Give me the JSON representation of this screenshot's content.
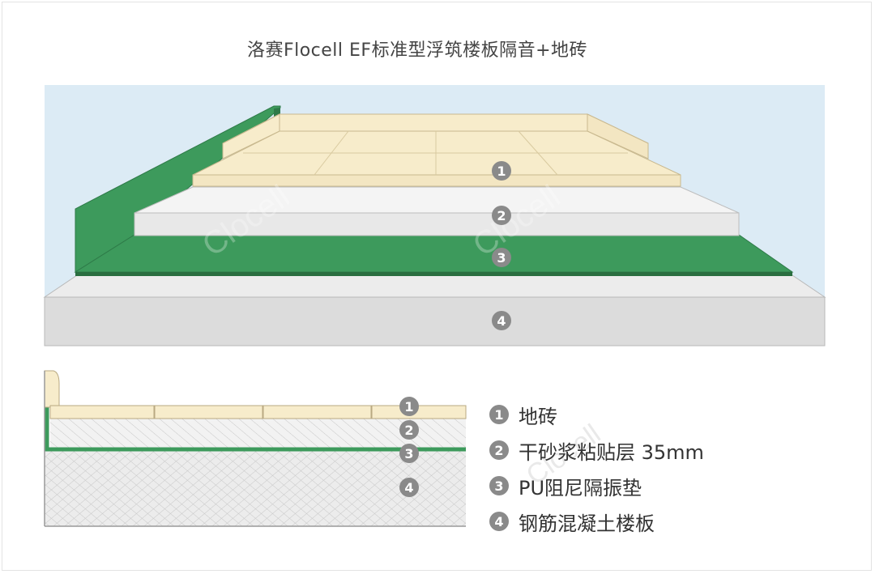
{
  "title": "洛赛Flocell EF标准型浮筑楼板隔音+地砖",
  "watermark": "Clocell",
  "colors": {
    "background_sky": "#dcebf5",
    "tile": "#f7eccb",
    "mortar": "#ececec",
    "pu_pad": "#3d9a5c",
    "concrete": "#dcdcdc",
    "marker": "#8a8a8a"
  },
  "markers": [
    "1",
    "2",
    "3",
    "4"
  ],
  "legend": [
    {
      "num": "1",
      "label": "地砖"
    },
    {
      "num": "2",
      "label": "干砂浆粘贴层 35mm"
    },
    {
      "num": "3",
      "label": "PU阻尼隔振垫"
    },
    {
      "num": "4",
      "label": "钢筋混凝土楼板"
    }
  ]
}
